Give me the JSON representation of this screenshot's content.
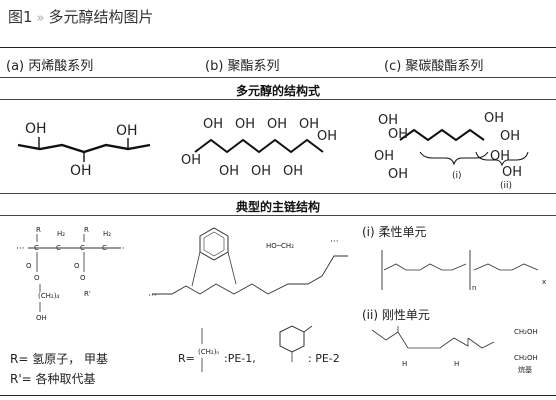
{
  "title": {
    "prefix": "图1",
    "separator": "»",
    "text": "多元醇结构图片"
  },
  "columns": [
    {
      "label": "(a) 丙烯酸系列"
    },
    {
      "label": "(b) 聚酯系列"
    },
    {
      "label": "(c) 聚碳酸酯系列"
    }
  ],
  "sections": {
    "structure_title": "多元醇的结构式",
    "backbone_title": "典型的主链结构"
  },
  "structures": {
    "a_oh": "OH",
    "c_i": "(i)",
    "c_ii": "(ii)"
  },
  "backbone": {
    "r_side": "R",
    "r_prime": "R'",
    "h2": "H₂",
    "c": "C",
    "o": "O",
    "ch2_4": "(CH₂)₄",
    "oh": "OH",
    "ho_ch2": "HO─CH₂",
    "dots": "···",
    "r_label": "R=",
    "ch2_n": "(CH₂)ₙ",
    "pe1": ":PE-1,",
    "pe2": ": PE-2",
    "soft_unit": "(i) 柔性单元",
    "hard_unit": "(ii) 刚性单元",
    "n_sub": "n",
    "x_sub": "x",
    "ch2oh": "CH₂OH",
    "alkyl": "烷基",
    "h": "H"
  },
  "legend": {
    "r_def": "R= 氢原子， 甲基",
    "rp_def": "R'= 各种取代基"
  }
}
